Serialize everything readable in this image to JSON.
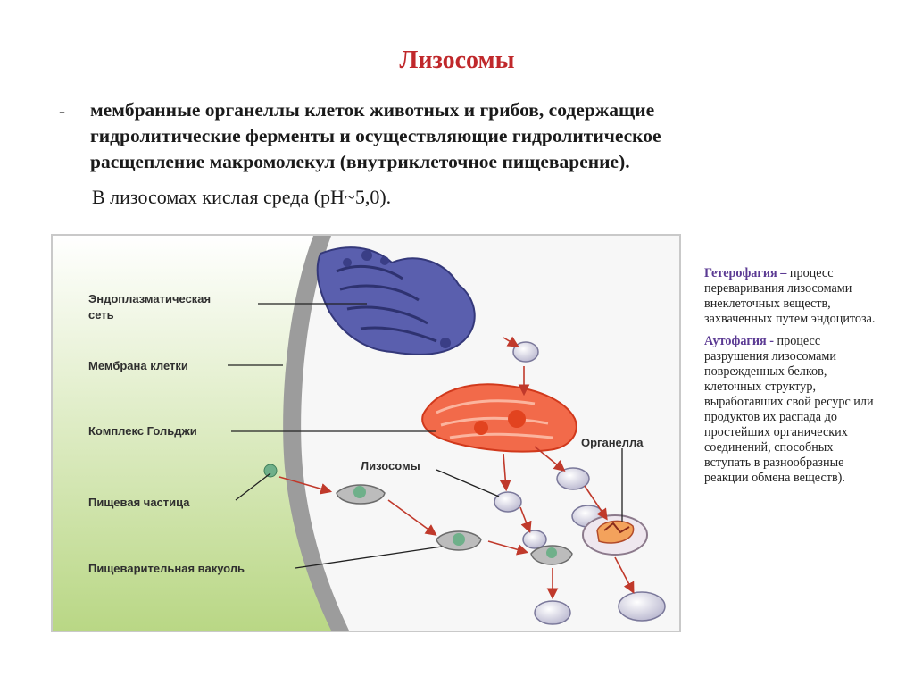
{
  "slide": {
    "title": "Лизосомы",
    "dash": "-",
    "definition_lines": [
      "мембранные органеллы клеток животных и грибов, содержащие",
      "гидролитические ферменты и осуществляющие гидролитическое",
      "расщепление макромолекул (внутриклеточное пищеварение)."
    ],
    "acid_note": "В лизосомах кислая среда (pH~5,0)."
  },
  "figure": {
    "labels": {
      "er": [
        "Эндоплазматическая",
        "сеть"
      ],
      "membrane": "Мембрана клетки",
      "golgi": "Комплекс Гольджи",
      "food": "Пищевая частица",
      "vacuole": "Пищеварительная вакуоль",
      "lysosomes": "Лизосомы",
      "organelle": "Органелла"
    },
    "colors": {
      "er": "#4a4f9e",
      "golgi": "#f05a3a",
      "background_green": "#bcd88c",
      "cell_membrane": "#8a8a8a",
      "arrow": "#c0392b"
    }
  },
  "sidebar": {
    "heterophagy_term": "Гетерофагия –",
    "heterophagy_text": " процесс переваривания лизосомами внеклеточных веществ, захваченных путем эндоцитоза.",
    "autophagy_term": "Аутофагия -",
    "autophagy_text": " процесс разрушения лизосомами поврежденных белков, клеточных структур, выработавших свой ресурс или продуктов их распада до простейших органических соединений, способных вступать в разнообразные реакции обмена веществ)."
  }
}
